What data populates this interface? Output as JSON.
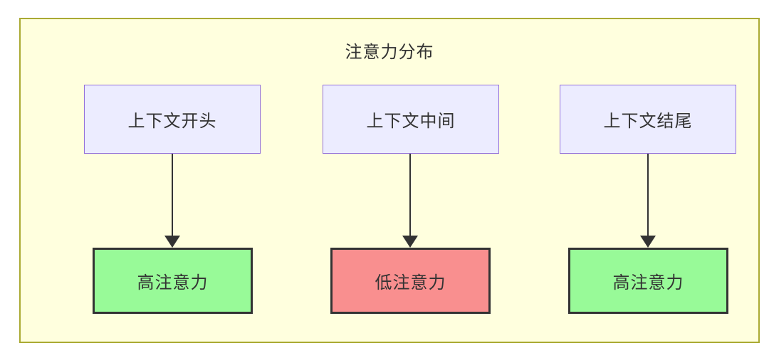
{
  "diagram": {
    "title": "注意力分布",
    "top_nodes": [
      {
        "label": "上下文开头"
      },
      {
        "label": "上下文中间"
      },
      {
        "label": "上下文结尾"
      }
    ],
    "bottom_nodes": [
      {
        "label": "高注意力",
        "level": "high"
      },
      {
        "label": "低注意力",
        "level": "low"
      },
      {
        "label": "高注意力",
        "level": "high"
      }
    ],
    "edges": [
      {
        "from": "上下文开头",
        "to": "高注意力"
      },
      {
        "from": "上下文中间",
        "to": "低注意力"
      },
      {
        "from": "上下文结尾",
        "to": "高注意力"
      }
    ],
    "colors": {
      "container_fill": "#FFFFDE",
      "container_border": "#AAAA33",
      "top_node_fill": "#ECECFF",
      "top_node_border": "#9370DB",
      "high_attention_fill": "#98FA98",
      "low_attention_fill": "#F98F8F",
      "dark_node_border": "#333333",
      "arrow_color": "#333333",
      "text_color": "#333333"
    }
  }
}
